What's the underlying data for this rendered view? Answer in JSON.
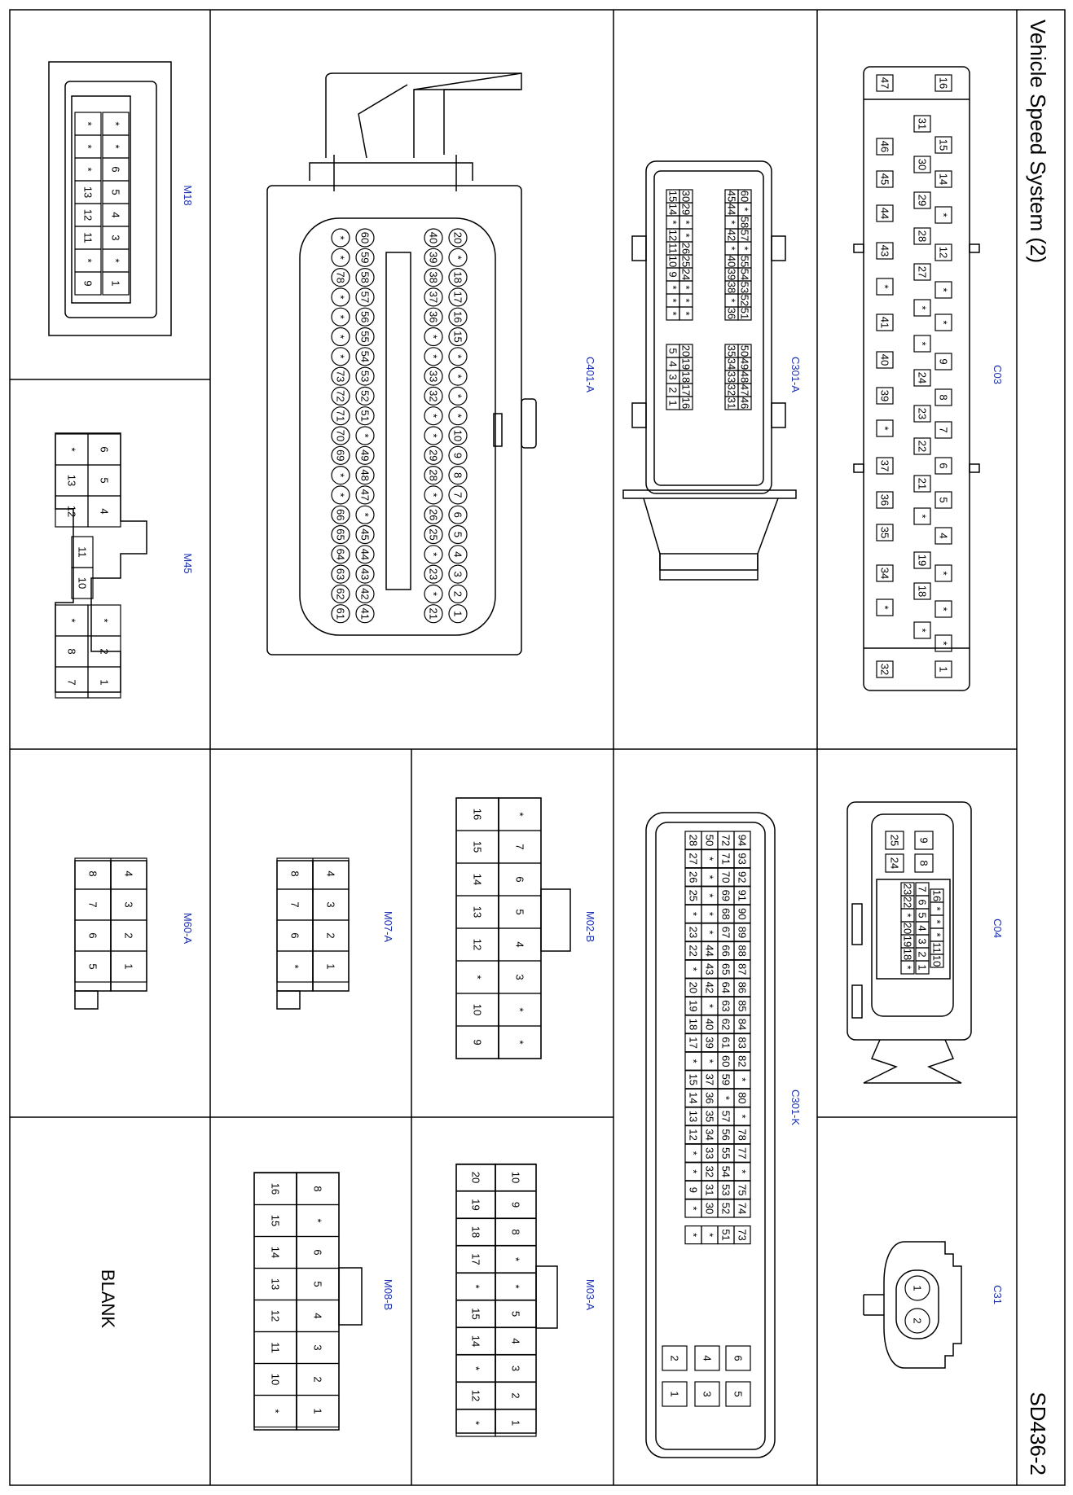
{
  "title": "Vehicle Speed System (2)",
  "page_code": "SD436-2",
  "blank_text": "BLANK",
  "connectors": {
    "c03": {
      "name": "C03",
      "left_outer": [
        "47",
        "46",
        "45",
        "44",
        "43",
        "*",
        "41",
        "40",
        "39",
        "*",
        "37",
        "36",
        "35",
        "34",
        "*",
        "32"
      ],
      "middle": [
        "31",
        "30",
        "29",
        "28",
        "27",
        "*",
        "*",
        "24",
        "23",
        "22",
        "21",
        "*",
        "19",
        "18",
        "*"
      ],
      "right": [
        "16",
        "15",
        "14",
        "*",
        "12",
        "*",
        "*",
        "9",
        "8",
        "7",
        "6",
        "5",
        "4",
        "*",
        "*",
        "*",
        "1"
      ]
    },
    "c04": {
      "name": "C04",
      "top": [
        "25",
        "24",
        "9",
        "8"
      ],
      "rows": [
        [
          "16",
          "*",
          "*",
          "*",
          "11",
          "10"
        ],
        [
          "7",
          "6",
          "5",
          "4",
          "3",
          "2",
          "1"
        ],
        [
          "23",
          "22",
          "*",
          "20",
          "19",
          "18",
          "*"
        ]
      ]
    },
    "c31": {
      "name": "C31",
      "pins": [
        "1",
        "2"
      ]
    },
    "c301a": {
      "name": "C301-A",
      "rows": [
        [
          "60",
          "*",
          "58",
          "57",
          "*",
          "55",
          "54",
          "53",
          "52",
          "51",
          "50",
          "49",
          "48",
          "47",
          "46"
        ],
        [
          "45",
          "44",
          "*",
          "42",
          "*",
          "40",
          "39",
          "38",
          "*",
          "36",
          "35",
          "34",
          "33",
          "32",
          "31"
        ],
        [
          "30",
          "29",
          "*",
          "*",
          "26",
          "25",
          "24",
          "*",
          "*",
          "*",
          "20",
          "19",
          "18",
          "17",
          "16"
        ],
        [
          "15",
          "14",
          "*",
          "12",
          "11",
          "10",
          "9",
          "*",
          "*",
          "*",
          "5",
          "4",
          "3",
          "2",
          "1"
        ]
      ]
    },
    "c301k": {
      "name": "C301-K",
      "rows": [
        [
          "94",
          "93",
          "92",
          "91",
          "90",
          "89",
          "88",
          "87",
          "86",
          "85",
          "84",
          "83",
          "82",
          "*",
          "80",
          "*",
          "78",
          "77",
          "*",
          "75",
          "74",
          "73"
        ],
        [
          "72",
          "71",
          "70",
          "69",
          "68",
          "67",
          "66",
          "65",
          "64",
          "63",
          "62",
          "61",
          "60",
          "59",
          "*",
          "57",
          "56",
          "55",
          "54",
          "53",
          "52",
          "51"
        ],
        [
          "50",
          "*",
          "*",
          "*",
          "*",
          "*",
          "44",
          "43",
          "42",
          "*",
          "40",
          "39",
          "*",
          "37",
          "36",
          "35",
          "34",
          "33",
          "32",
          "31",
          "30",
          "*"
        ],
        [
          "28",
          "27",
          "26",
          "25",
          "*",
          "23",
          "22",
          "*",
          "20",
          "19",
          "18",
          "17",
          "*",
          "15",
          "14",
          "13",
          "12",
          "*",
          "*",
          "9",
          "*",
          "*"
        ]
      ],
      "tail_top": [
        "6",
        "4",
        "2"
      ],
      "tail_bottom": [
        "5",
        "3",
        "1"
      ]
    },
    "c401a": {
      "name": "C401-A",
      "rows": [
        [
          "20",
          "*",
          "18",
          "17",
          "16",
          "15",
          "*",
          "*",
          "*",
          "*",
          "10",
          "9",
          "8",
          "7",
          "6",
          "5",
          "4",
          "3",
          "2",
          "1"
        ],
        [
          "40",
          "39",
          "38",
          "37",
          "36",
          "*",
          "*",
          "33",
          "32",
          "*",
          "*",
          "29",
          "28",
          "*",
          "26",
          "25",
          "*",
          "23",
          "*",
          "21"
        ],
        [
          "60",
          "59",
          "58",
          "57",
          "56",
          "55",
          "54",
          "53",
          "52",
          "51",
          "*",
          "49",
          "48",
          "47",
          "*",
          "45",
          "44",
          "43",
          "42",
          "41"
        ],
        [
          "*",
          "*",
          "78",
          "*",
          "*",
          "*",
          "*",
          "73",
          "72",
          "71",
          "70",
          "69",
          "*",
          "*",
          "66",
          "65",
          "64",
          "63",
          "62",
          "61"
        ]
      ]
    },
    "m18": {
      "name": "M18",
      "rows": [
        [
          "*",
          "*",
          "6",
          "5",
          "4",
          "3",
          "*",
          "1"
        ],
        [
          "*",
          "*",
          "*",
          "13",
          "12",
          "11",
          "*",
          "9"
        ]
      ]
    },
    "m45": {
      "name": "M45",
      "a": [
        [
          "6",
          "5",
          "4"
        ],
        [
          "*",
          "13",
          "12"
        ]
      ],
      "mid": [
        "11",
        "10"
      ],
      "b": [
        [
          "*",
          "2",
          "1"
        ],
        [
          "*",
          "8",
          "7"
        ]
      ]
    },
    "m02b": {
      "name": "M02-B",
      "top": [
        "*",
        "7",
        "6",
        "5",
        "4",
        "3",
        "*",
        "*"
      ],
      "bottom": [
        "16",
        "15",
        "14",
        "13",
        "12",
        "*",
        "10",
        "9"
      ]
    },
    "m03a": {
      "name": "M03-A",
      "top": [
        "10",
        "9",
        "8",
        "*",
        "*",
        "5",
        "4",
        "3",
        "2",
        "1"
      ],
      "bottom": [
        "20",
        "19",
        "18",
        "17",
        "*",
        "15",
        "14",
        "*",
        "12",
        "*"
      ]
    },
    "m07a": {
      "name": "M07-A",
      "top": [
        "4",
        "3",
        "2",
        "1"
      ],
      "bottom": [
        "8",
        "7",
        "6",
        "*"
      ]
    },
    "m08b": {
      "name": "M08-B",
      "top": [
        "8",
        "*",
        "6",
        "5",
        "4",
        "3",
        "2",
        "1"
      ],
      "bottom": [
        "16",
        "15",
        "14",
        "13",
        "12",
        "11",
        "10",
        "*"
      ]
    },
    "m60a": {
      "name": "M60-A",
      "top": [
        "4",
        "3",
        "2",
        "1"
      ],
      "bottom": [
        "8",
        "7",
        "6",
        "5"
      ]
    }
  }
}
